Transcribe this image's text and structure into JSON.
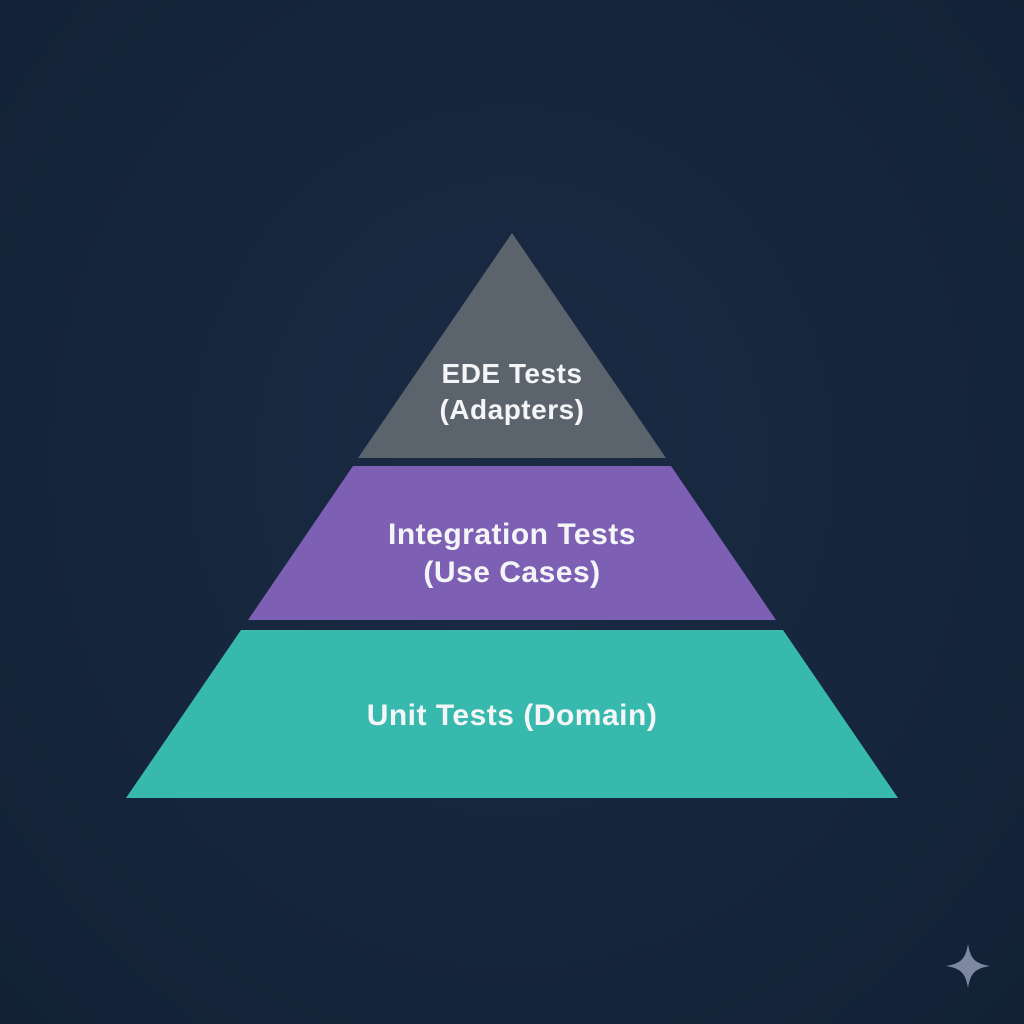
{
  "diagram": {
    "name": "testing-pyramid",
    "background_color": "#16263c",
    "text_color": "#f3f5f7",
    "pyramid": {
      "layers": [
        {
          "id": "top",
          "line1": "EDE Tests",
          "line2": "(Adapters)",
          "color": "#5b646d"
        },
        {
          "id": "middle",
          "line1": "Integration Tests",
          "line2": "(Use Cases)",
          "color": "#7d60b4"
        },
        {
          "id": "bottom",
          "line1": "Unit Tests (Domain)",
          "line2": "",
          "color": "#38b9ae"
        }
      ]
    },
    "watermark": {
      "icon": "sparkle-icon",
      "color": "#7e88a0"
    }
  }
}
